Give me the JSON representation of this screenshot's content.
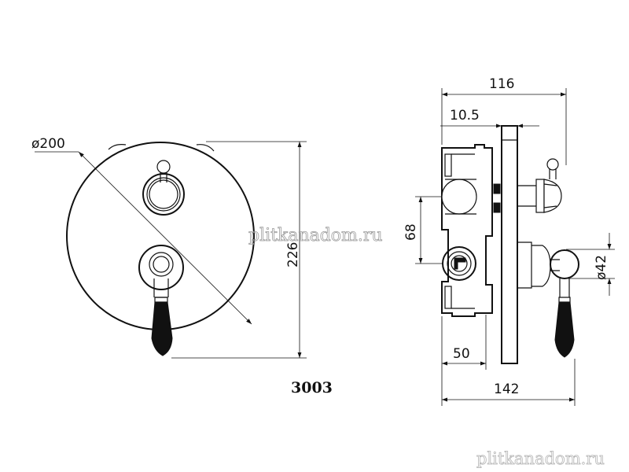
{
  "drawing": {
    "model_number": "3003",
    "dimensions": {
      "cover_diameter": "ø200",
      "overall_height": "226",
      "front_depth": "116",
      "plate_thickness": "10.5",
      "outlet_spacing": "68",
      "handle_diameter": "ø42",
      "body_depth": "50",
      "total_depth": "142"
    }
  },
  "watermarks": {
    "center": "plitkanadom.ru",
    "corner": "plitkanadom.ru"
  }
}
